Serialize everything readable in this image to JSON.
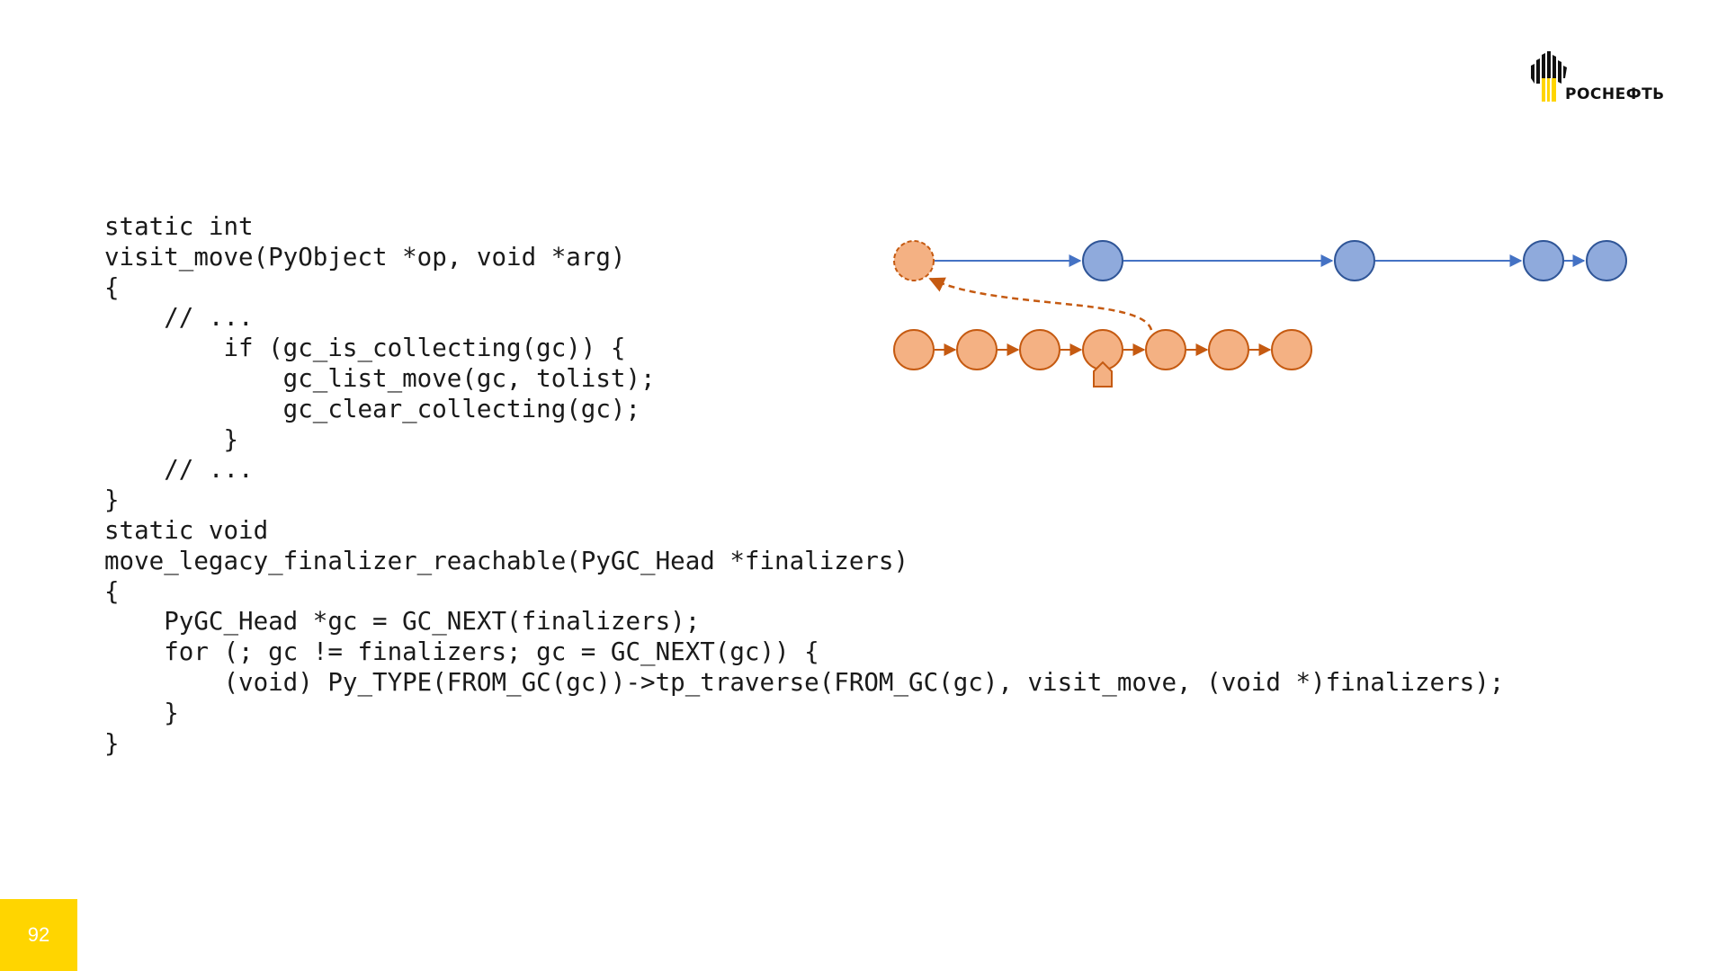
{
  "logo": {
    "text": "РОСНЕФТЬ",
    "colors": {
      "mark": "#111111",
      "accent": "#ffd500"
    }
  },
  "code": {
    "lines": [
      "static int",
      "visit_move(PyObject *op, void *arg)",
      "{",
      "    // ...",
      "        if (gc_is_collecting(gc)) {",
      "            gc_list_move(gc, tolist);",
      "            gc_clear_collecting(gc);",
      "        }",
      "    // ...",
      "}",
      "static void",
      "move_legacy_finalizer_reachable(PyGC_Head *finalizers)",
      "{",
      "    PyGC_Head *gc = GC_NEXT(finalizers);",
      "    for (; gc != finalizers; gc = GC_NEXT(gc)) {",
      "        (void) Py_TYPE(FROM_GC(gc))->tp_traverse(FROM_GC(gc), visit_move, (void *)finalizers);",
      "    }",
      "}"
    ]
  },
  "diagram": {
    "colors": {
      "blue_fill": "#8faadc",
      "blue_stroke": "#2f5597",
      "blue_edge": "#4472c4",
      "orange_fill": "#f4b183",
      "orange_stroke": "#c55a11"
    },
    "top_list": [
      "moved-node",
      "node",
      "node",
      "node",
      "node"
    ],
    "bottom_list": [
      "node",
      "node",
      "node",
      "current-node",
      "node",
      "node",
      "node"
    ]
  },
  "page": {
    "number": "92",
    "badge_color": "#ffd500"
  }
}
